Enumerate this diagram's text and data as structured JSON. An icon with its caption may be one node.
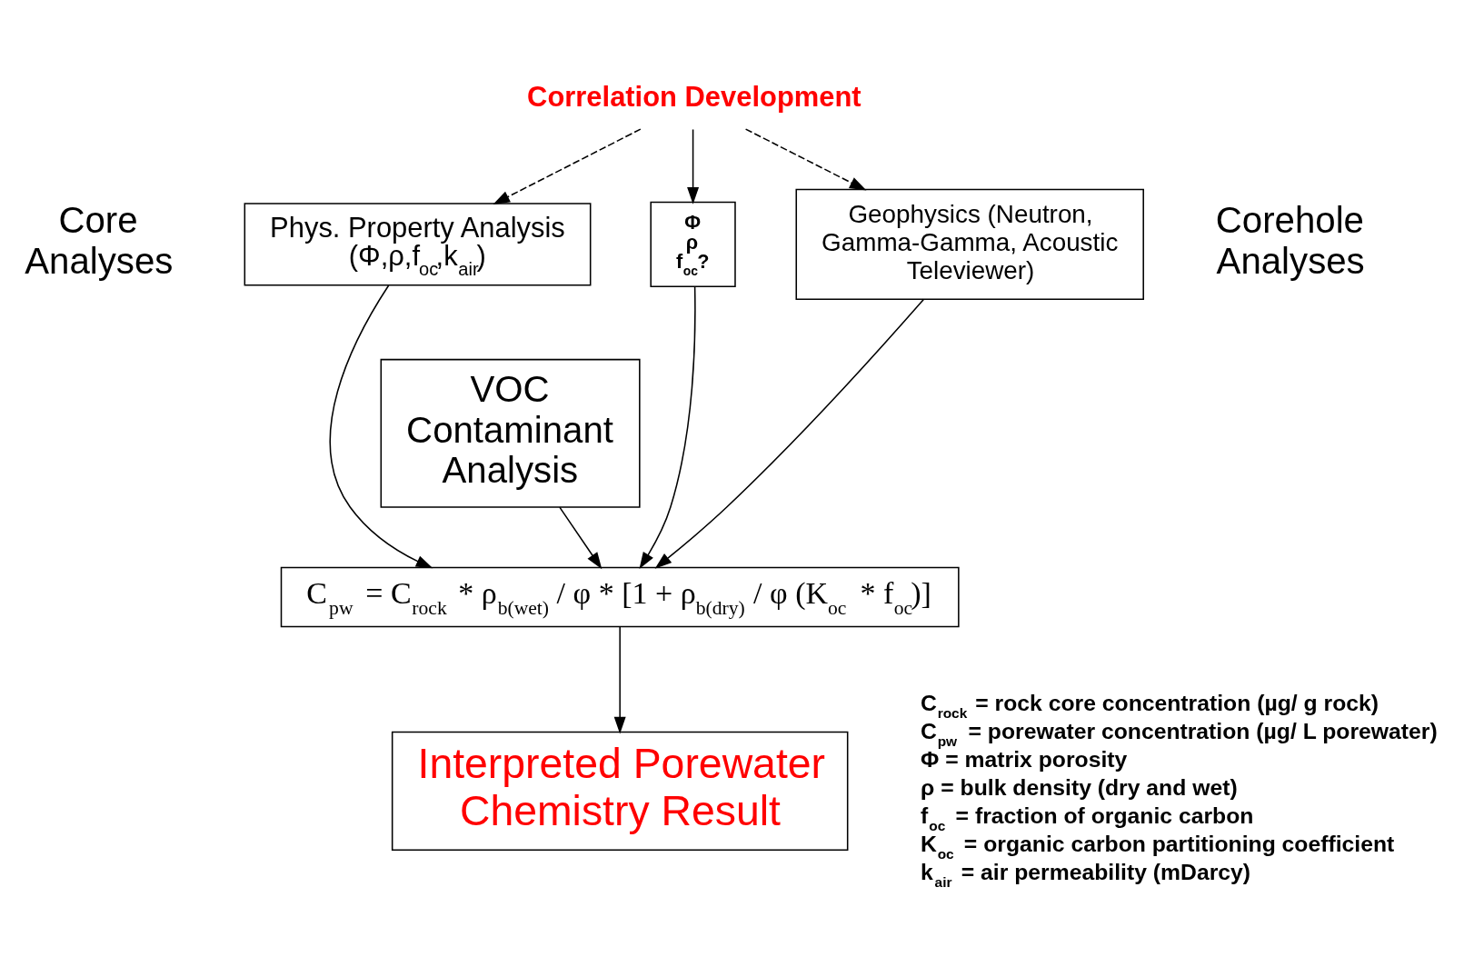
{
  "diagram": {
    "nodes": [
      {
        "text": [
          "Correlation Development"
        ]
      },
      {
        "text": [
          "Φ",
          "ρ",
          "f$_{oc}$?"
        ]
      },
      {
        "text": [
          "Phys. Property Analysis",
          "(Φ,ρ,f$_{oc}$,k$_{air}$)"
        ]
      },
      {
        "text": [
          "Geophysics (Neutron, Gamma-Gamma, Acoustic Televiewer)"
        ]
      },
      {
        "text": [
          "VOC Contaminant Analysis"
        ]
      },
      {
        "text": [
          "C$_{pw}$ = C$_{rock}$ * ρ$_{b(wet)}$ / φ * [1 + ρ$_{b(dry)}$ / φ (K$_{oc}$ * f$_{oc}$)]"
        ]
      },
      {
        "text": [
          "Interpreted Porewater Chemistry Result"
        ]
      }
    ],
    "edges": [
      {
        "from": 0,
        "to": 1,
        "arrow": "to"
      },
      {
        "from": 0,
        "to": 2,
        "arrow": "to",
        "style": "dashed"
      },
      {
        "from": 0,
        "to": 3,
        "arrow": "to",
        "style": "dashed"
      },
      {
        "from": 1,
        "to": 5,
        "arrow": "to"
      },
      {
        "from": 2,
        "to": 5,
        "arrow": "to"
      },
      {
        "from": 3,
        "to": 5,
        "arrow": "to"
      },
      {
        "from": 4,
        "to": 5,
        "arrow": "to"
      },
      {
        "from": 5,
        "to": 6,
        "arrow": "to"
      }
    ],
    "labels": [
      "Core Analyses",
      "Corehole Analyses",
      "C$_{rock}$ = rock core concentration (µg/ g rock)",
      "C$_{pw}$ = porewater concentration (µg/ L porewater)",
      "Φ = matrix porosity",
      "ρ = bulk density (dry and wet)",
      "f$_{oc}$ = fraction of organic carbon",
      "K$_{oc}$ = organic carbon partitioning coefficient",
      "k$_{air}$ = air permeability (mDarcy)"
    ]
  }
}
